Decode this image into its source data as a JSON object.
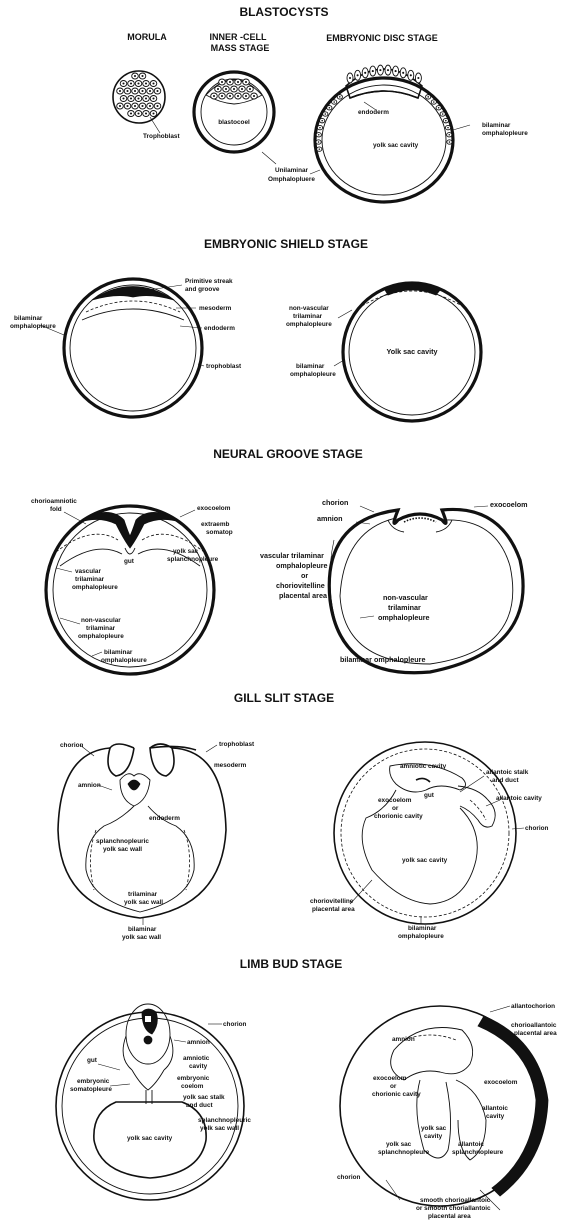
{
  "sections": {
    "blastocysts": {
      "title": "BLASTOCYSTS",
      "morula": "MORULA",
      "inner_cell_1": "INNER -CELL",
      "inner_cell_2": "MASS STAGE",
      "disc": "EMBRYONIC DISC STAGE",
      "trophoblast": "Trophoblast",
      "blastocoel": "blastocoel",
      "endoderm": "endoderm",
      "yolk_sac_cavity": "yolk sac cavity",
      "bilaminar_1": "bilaminar",
      "bilaminar_2": "omphalopleure",
      "unilaminar_1": "Unilaminar",
      "unilaminar_2": "Omphalopluere"
    },
    "shield": {
      "title": "EMBRYONIC SHIELD STAGE",
      "primitive_1": "Primitive streak",
      "primitive_2": "and groove",
      "mesoderm": "mesoderm",
      "endoderm": "endoderm",
      "trophoblast": "trophoblast",
      "bilaminar_1": "bilaminar",
      "bilaminar_2": "omphalopleure",
      "nonvasc_1": "non-vascular",
      "nonvasc_2": "trilaminar",
      "nonvasc_3": "omphalopleure",
      "bilaminar_r1": "bilaminar",
      "bilaminar_r2": "omphalopleure",
      "yolk": "Yolk sac cavity"
    },
    "neural": {
      "title": "NEURAL GROOVE STAGE",
      "chorioamniotic_1": "chorioamniotic",
      "chorioamniotic_2": "fold",
      "exocoelom": "exocoelom",
      "extraemb_1": "extraemb",
      "extraemb_2": "somatop",
      "gut": "gut",
      "ys_splanch_1": "yolk sac",
      "ys_splanch_2": "splanchnopleure",
      "vasc_1": "vascular",
      "vasc_2": "trilaminar",
      "vasc_3": "omphalopleure",
      "nonvasc_1": "non-vascular",
      "nonvasc_2": "trilaminar",
      "nonvasc_3": "omphalopleure",
      "bilam_1": "bilaminar",
      "bilam_2": "omphalopleure",
      "chorion": "chorion",
      "amnion": "amnion",
      "exocoelom_r": "exocoelom",
      "vt_1": "vascular trilaminar",
      "vt_2": "omphalopleure",
      "vt_3": "or",
      "vt_4": "choriovitelline",
      "vt_5": "placental area",
      "nvr_1": "non-vascular",
      "nvr_2": "trilaminar",
      "nvr_3": "omphalopleure",
      "bilam_r": "bilaminar omphalopleure"
    },
    "gill": {
      "title": "GILL SLIT STAGE",
      "chorion": "chorion",
      "trophoblast": "trophoblast",
      "mesoderm": "mesoderm",
      "amnion": "amnion",
      "endoderm": "endoderm",
      "splanch_1": "splanchnopleuric",
      "splanch_2": "yolk sac wall",
      "trilam_1": "trilaminar",
      "trilam_2": "yolk sac wall",
      "bilam_1": "bilaminar",
      "bilam_2": "yolk sac wall",
      "amniotic_cavity": "amniotic cavity",
      "gut": "gut",
      "allantoic_stalk_1": "allantoic stalk",
      "allantoic_stalk_2": "and duct",
      "allantoic_cavity": "allantoic cavity",
      "exocoelom_1": "exocoelom",
      "exocoelom_2": "or",
      "exocoelom_3": "chorionic cavity",
      "chorion_r": "chorion",
      "yolk": "yolk sac cavity",
      "cv_1": "choriovitelline",
      "cv_2": "placental area",
      "bilam_r1": "bilaminar",
      "bilam_r2": "omphalopleure"
    },
    "limb": {
      "title": "LIMB BUD STAGE",
      "chorion": "chorion",
      "amnion": "amnion",
      "amniotic_1": "amniotic",
      "amniotic_2": "cavity",
      "gut": "gut",
      "emb_som_1": "embryonic",
      "emb_som_2": "somatopleure",
      "emb_coel_1": "embryonic",
      "emb_coel_2": "coelom",
      "ys_stalk_1": "yolk sac stalk",
      "ys_stalk_2": "and duct",
      "yolk": "yolk sac cavity",
      "splanch_1": "splanchnopleuric",
      "splanch_2": "yolk sac wall",
      "allantochorion": "allantochorion",
      "ca_1": "chorioallantoic",
      "ca_2": "placental area",
      "amnion_r": "amnion",
      "exocoelom_1": "exocoelom",
      "exocoelom_2": "or",
      "exocoelom_3": "chorionic cavity",
      "exocoelom_r": "exocoelom",
      "allantoic_1": "allantoic",
      "allantoic_2": "cavity",
      "ys_cav_1": "yolk sac",
      "ys_cav_2": "cavity",
      "ys_splanch_1": "yolk sac",
      "ys_splanch_2": "splanchnopleure",
      "all_splanch_1": "allantoic",
      "all_splanch_2": "splanchnopleure",
      "chorion_r": "chorion",
      "smooth_1": "smooth chorioallantoic",
      "smooth_2": "or smooth choriallantoic",
      "smooth_3": "placental area"
    }
  }
}
